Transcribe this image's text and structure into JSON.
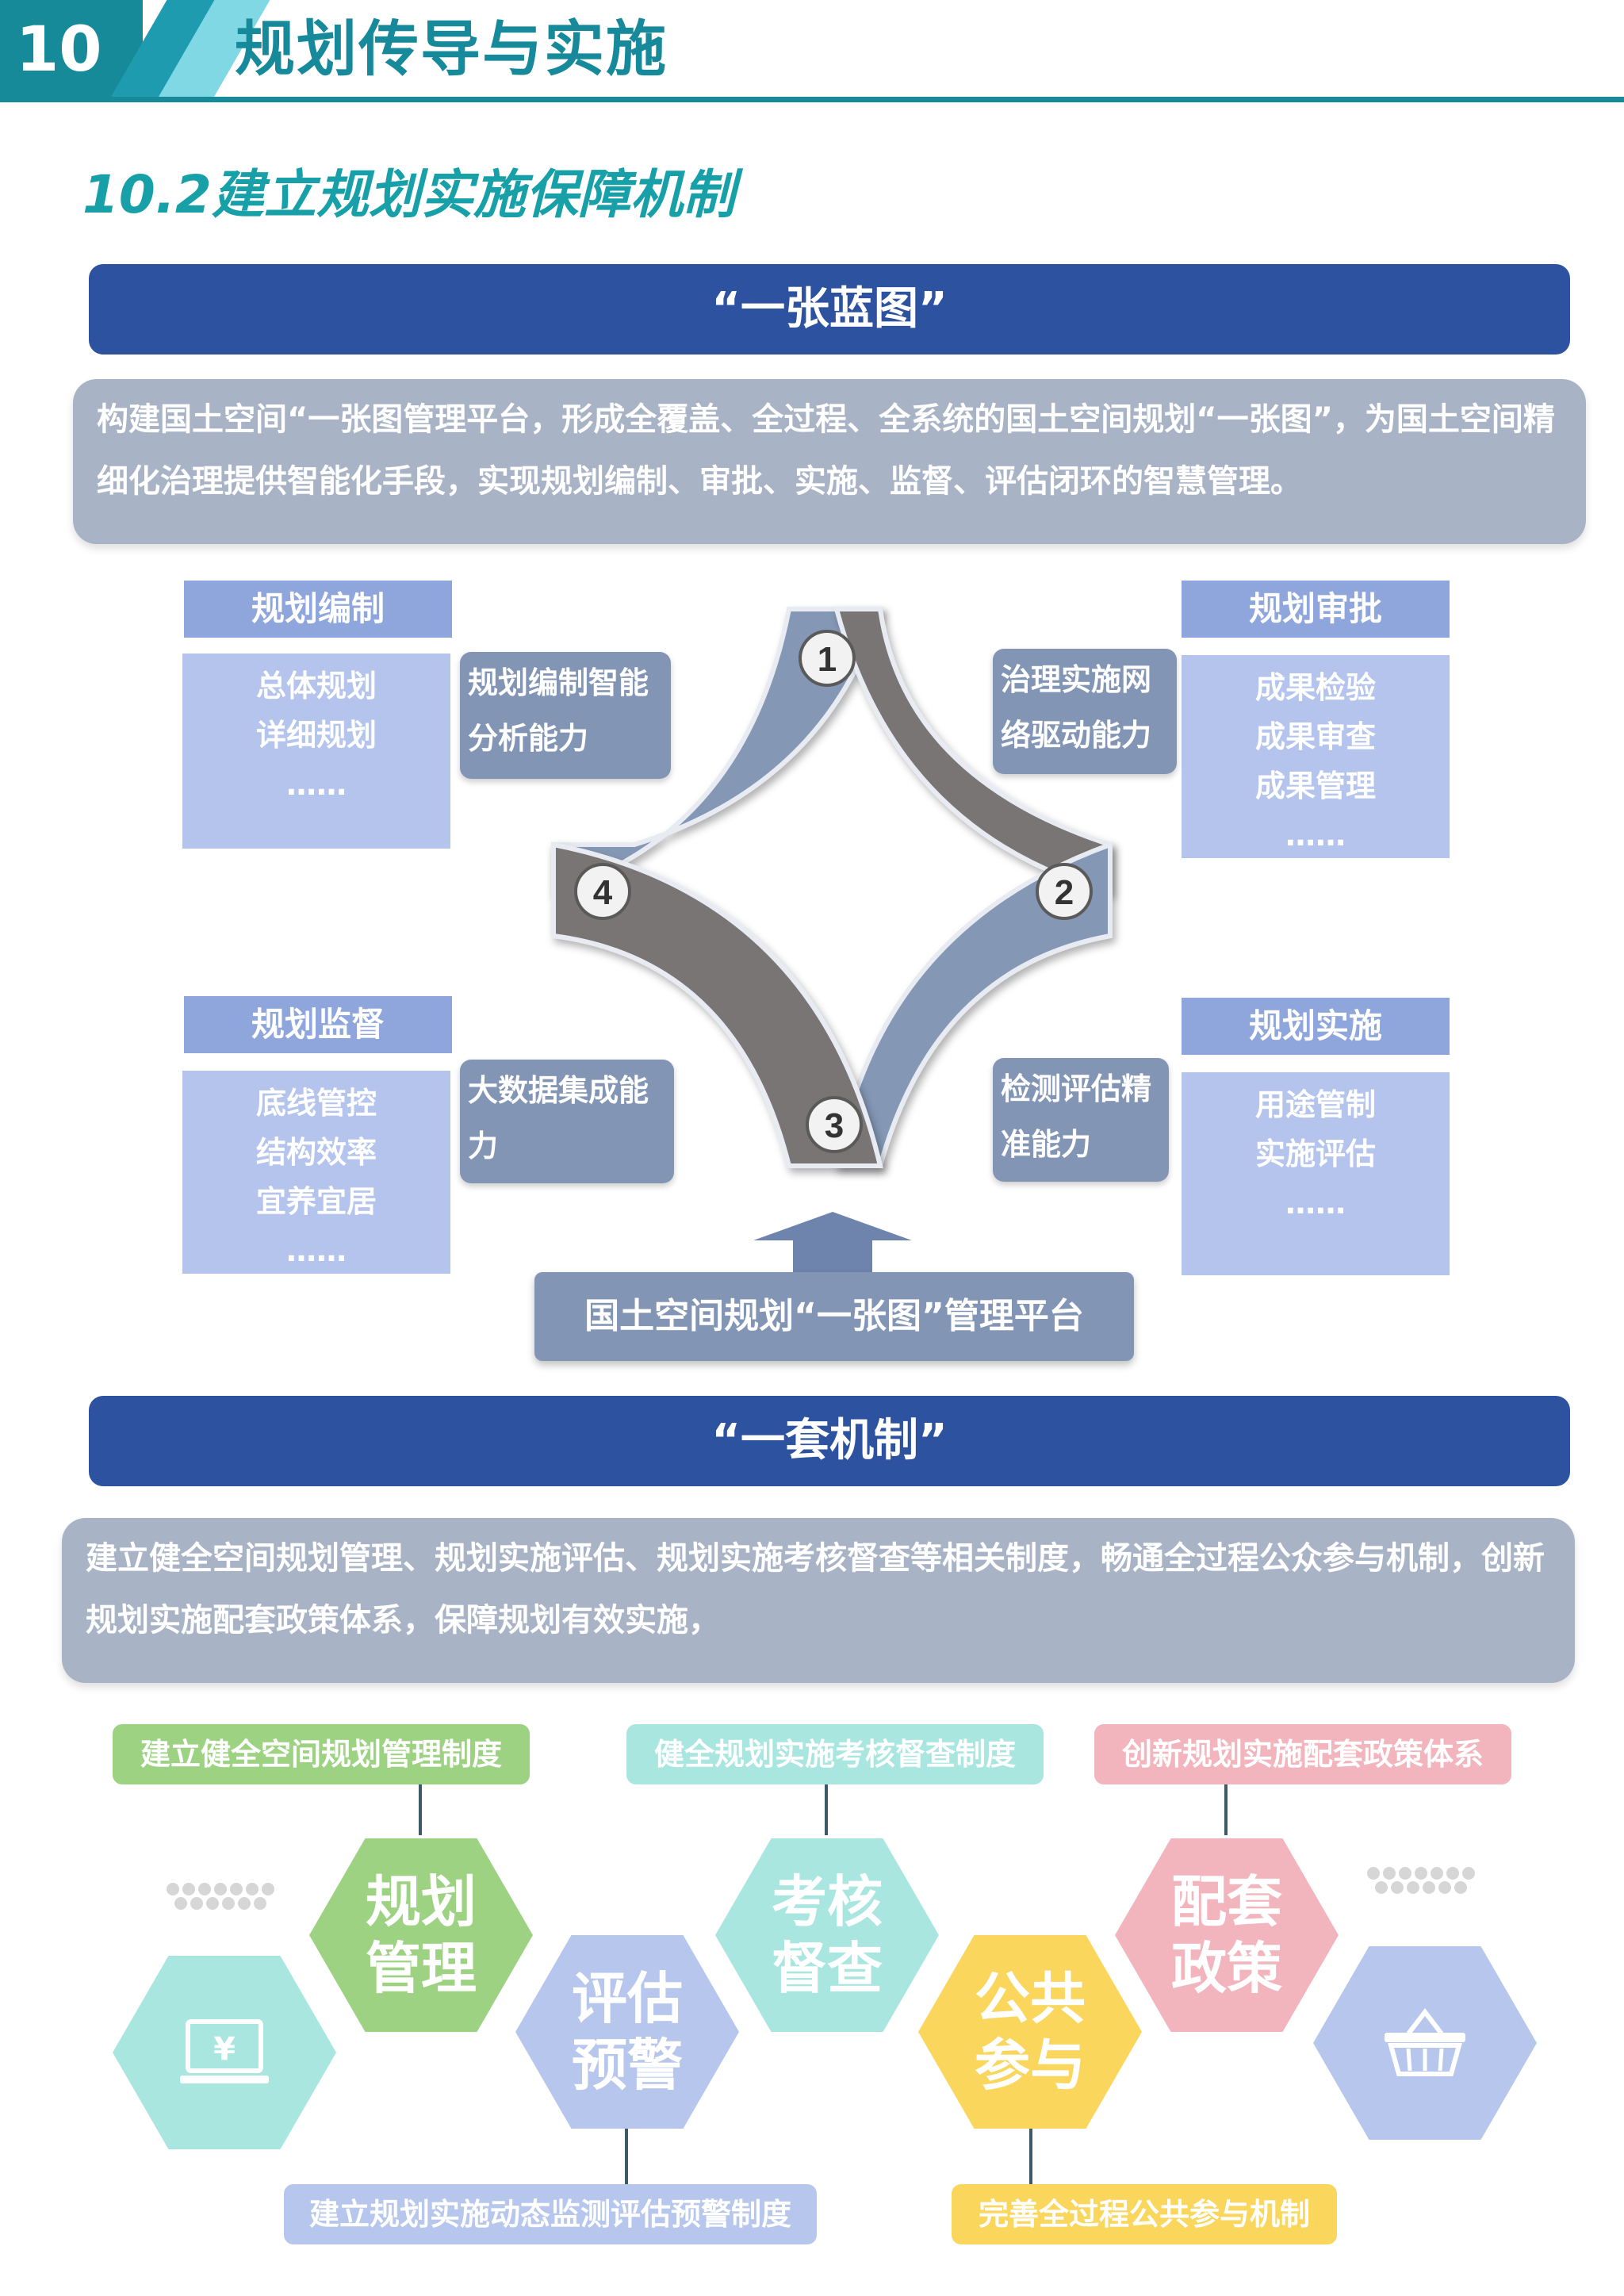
{
  "header": {
    "chapter_number": "10",
    "chapter_title": "规划传导与实施"
  },
  "section_title": "10.2建立规划实施保障机制",
  "blueprint": {
    "banner": "“一张蓝图”",
    "description": "构建国土空间“一张图管理平台，形成全覆盖、全过程、全系统的国土空间规划“一张图”，为国土空间精细化治理提供智能化手段，实现规划编制、审批、实施、监督、评估闭环的智慧管理。",
    "quadrants": [
      {
        "title": "规划编制",
        "items": [
          "总体规划",
          "详细规划",
          "……"
        ],
        "capability": "规划编制智能分析能力"
      },
      {
        "title": "规划审批",
        "items": [
          "成果检验",
          "成果审查",
          "成果管理",
          "……"
        ],
        "capability": "治理实施网络驱动能力"
      },
      {
        "title": "规划监督",
        "items": [
          "底线管控",
          "结构效率",
          "宜养宜居",
          "……"
        ],
        "capability": "大数据集成能力"
      },
      {
        "title": "规划实施",
        "items": [
          "用途管制",
          "实施评估",
          "……"
        ],
        "capability": "检测评估精准能力"
      }
    ],
    "numbers": [
      "1",
      "2",
      "3",
      "4"
    ],
    "platform": "国土空间规划“一张图”管理平台",
    "colors": {
      "blue_arc": "#8498b6",
      "gray_arc": "#7a7474"
    }
  },
  "mechanism": {
    "banner": "“一套机制”",
    "description": "建立健全空间规划管理、规划实施评估、规划实施考核督查等相关制度，畅通全过程公众参与机制，创新规划实施配套政策体系，保障规划有效实施，",
    "tags": {
      "management": "建立健全空间规划管理制度",
      "assessment": "健全规划实施考核督查制度",
      "policy": "创新规划实施配套政策体系",
      "evaluation": "建立规划实施动态监测评估预警制度",
      "public": "完善全过程公共参与机制"
    },
    "hexagons": {
      "management": [
        "规划",
        "管理"
      ],
      "evaluation": [
        "评估",
        "预警"
      ],
      "assessment": [
        "考核",
        "督查"
      ],
      "public": [
        "公共",
        "参与"
      ],
      "policy": [
        "配套",
        "政策"
      ]
    },
    "icons": {
      "left": "computer-yen-icon",
      "right": "shopping-basket-icon"
    },
    "colors": {
      "green": "#9ed283",
      "teal": "#a9e6df",
      "pink": "#f3b5bd",
      "blue": "#b7c6ec",
      "yellow": "#fbd65c"
    }
  }
}
